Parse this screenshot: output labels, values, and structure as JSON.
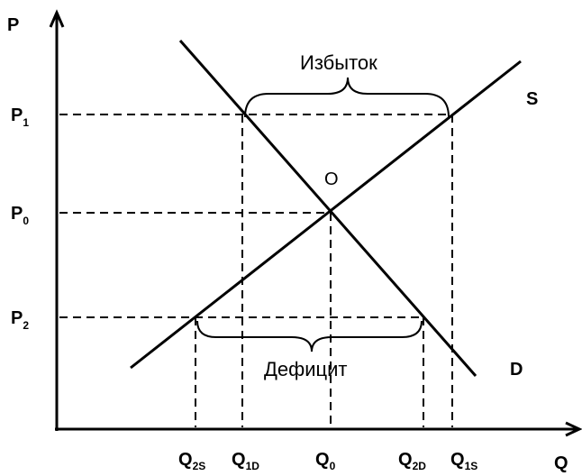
{
  "axes": {
    "y_label": "P",
    "x_label": "Q"
  },
  "price_levels": [
    {
      "main": "P",
      "sub": "1"
    },
    {
      "main": "P",
      "sub": "0"
    },
    {
      "main": "P",
      "sub": "2"
    }
  ],
  "quantity_levels": [
    {
      "main": "Q",
      "sub": "2S"
    },
    {
      "main": "Q",
      "sub": "1D"
    },
    {
      "main": "Q",
      "sub": "0"
    },
    {
      "main": "Q",
      "sub": "2D"
    },
    {
      "main": "Q",
      "sub": "1S"
    }
  ],
  "curves": {
    "supply": "S",
    "demand": "D"
  },
  "equilibrium_label": "O",
  "annotations": {
    "surplus": "Избыток",
    "deficit": "Дефицит"
  }
}
